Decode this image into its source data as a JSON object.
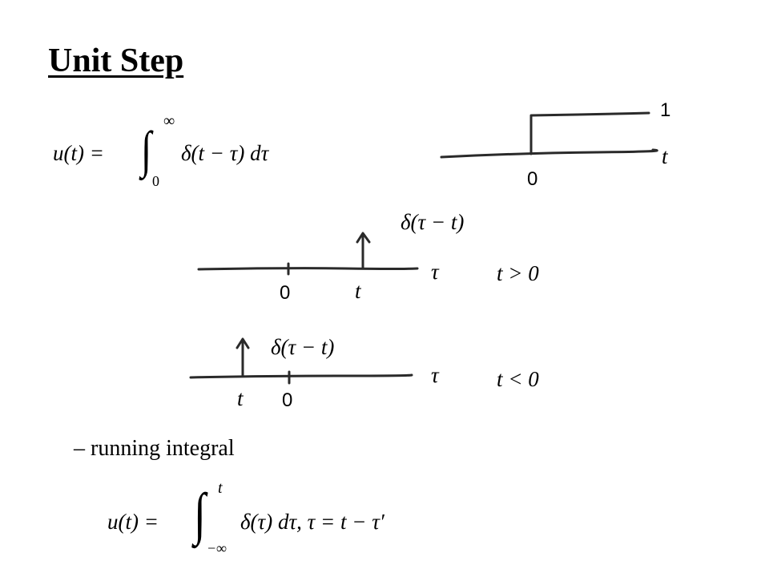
{
  "title": "Unit Step",
  "eq1": {
    "lhs": "u(t) =",
    "int_upper": "∞",
    "int_lower": "0",
    "integrand": "δ(t − τ) dτ"
  },
  "step_plot": {
    "level_label": "1",
    "axis_label": "t",
    "origin_label": "0"
  },
  "plot_t_pos": {
    "impulse_label": "δ(τ − t)",
    "axis_label": "τ",
    "origin_label": "0",
    "impulse_pos_label": "t",
    "condition": "t > 0"
  },
  "plot_t_neg": {
    "impulse_label": "δ(τ − t)",
    "axis_label": "τ",
    "origin_label": "0",
    "impulse_pos_label": "t",
    "condition": "t < 0"
  },
  "bullet": {
    "dash": "–",
    "text": "running integral"
  },
  "eq2": {
    "lhs": "u(t) =",
    "int_upper": "t",
    "int_lower": "−∞",
    "integrand": "δ(τ) dτ, τ = t − τ′"
  }
}
